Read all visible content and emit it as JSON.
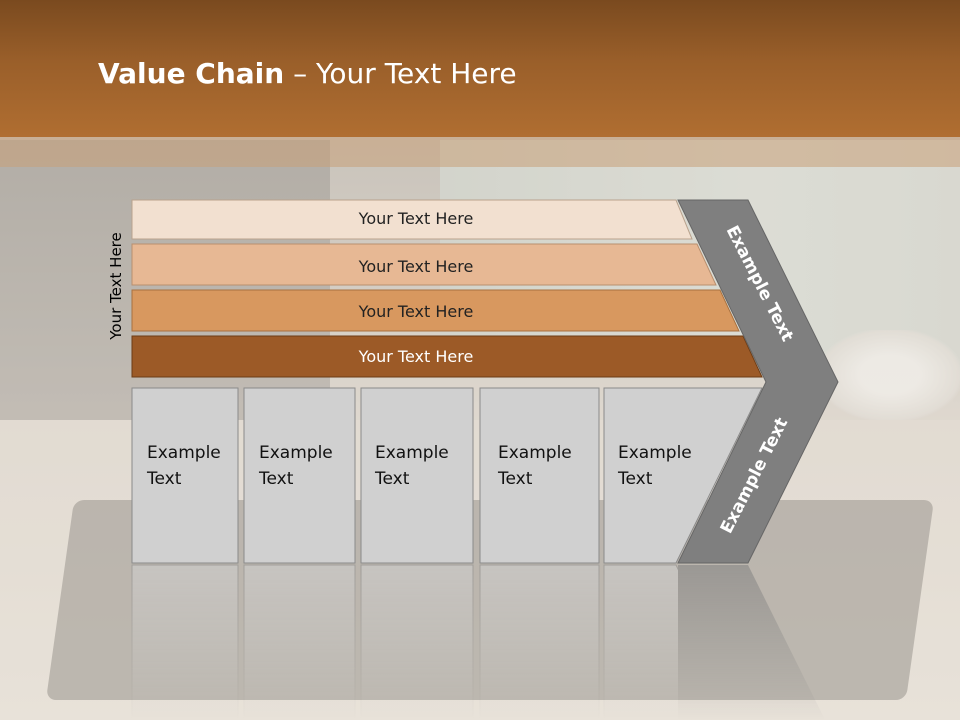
{
  "title": {
    "bold": "Value Chain",
    "rest": " – Your Text Here"
  },
  "side_label": "Your Text Here",
  "bars": [
    {
      "label": "Your Text Here",
      "color": "#f2e0d0"
    },
    {
      "label": "Your Text Here",
      "color": "#e7b894"
    },
    {
      "label": "Your Text Here",
      "color": "#d8985f"
    },
    {
      "label": "Your Text Here",
      "color": "#9c5a27"
    }
  ],
  "boxes": [
    {
      "line1": "Example",
      "line2": "Text"
    },
    {
      "line1": "Example",
      "line2": "Text"
    },
    {
      "line1": "Example",
      "line2": "Text"
    },
    {
      "line1": "Example",
      "line2": "Text"
    },
    {
      "line1": "Example",
      "line2": "Text"
    }
  ],
  "arrow": {
    "upper_label": "Example Text",
    "lower_label": "Example Text",
    "color": "#7f7f7f"
  },
  "colors": {
    "header": "#a0622b",
    "box_fill": "#d0d0d0",
    "box_stroke": "#8a8a8a"
  }
}
